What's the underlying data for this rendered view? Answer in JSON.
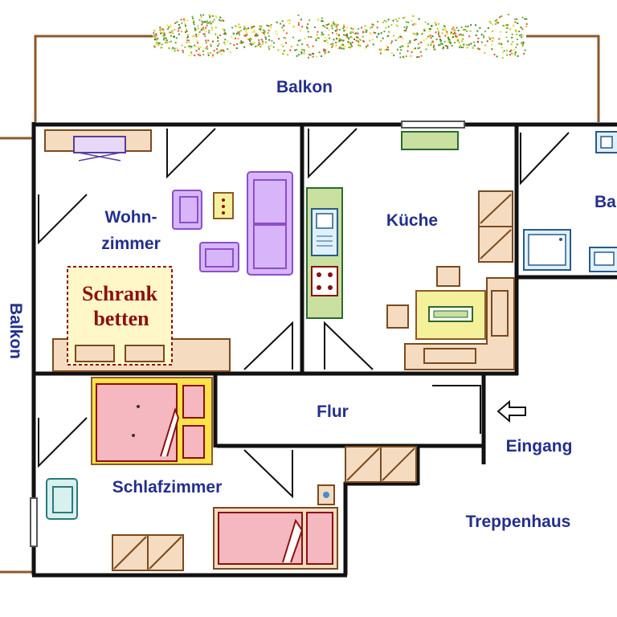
{
  "labels": {
    "balcony_top": "Balkon",
    "balcony_left": "Balkon",
    "living_room_line1": "Wohn-",
    "living_room_line2": "zimmer",
    "kitchen": "Küche",
    "bath_partial": "Ba",
    "fold_beds_line1": "Schrank",
    "fold_beds_line2": "betten",
    "hallway": "Flur",
    "entrance": "Eingang",
    "bedroom": "Schlafzimmer",
    "stairwell": "Treppenhaus"
  },
  "colors": {
    "wall": "#111111",
    "balcony_rail": "#8b5a2b",
    "text": "#232f8c",
    "text_red": "#8b1010",
    "wood": "#f5dcc0",
    "wood_line": "#7a4a1e",
    "sofa": "#d8b4f8",
    "sofa_line": "#8a4fc8",
    "bed": "#f5b7c0",
    "bed_highlight": "#ffe24a",
    "kitchen_counter": "#c9e0a0",
    "table": "#f5f09a",
    "bath_blue": "#dff1ff",
    "plants": "#3a8a20"
  },
  "icons": [
    "arrow-left-icon",
    "tv-icon",
    "sink-icon",
    "stove-icon",
    "shower-icon"
  ]
}
